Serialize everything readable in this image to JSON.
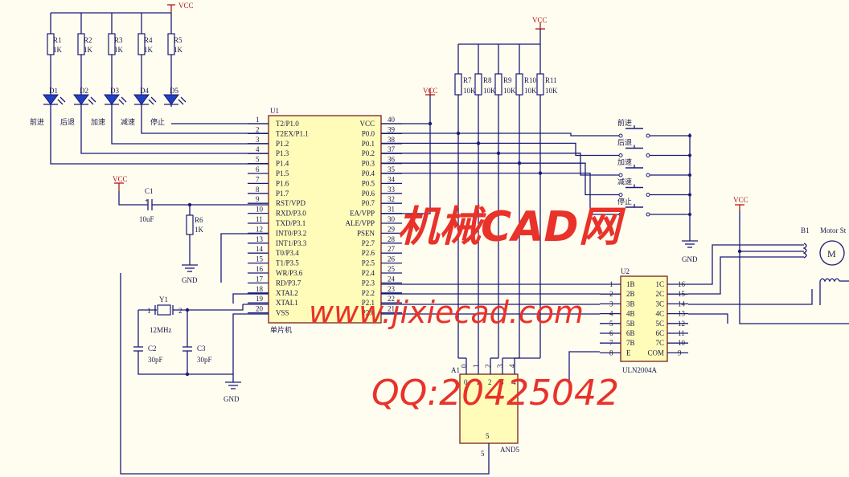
{
  "power": {
    "vcc": "VCC",
    "gnd": "GND"
  },
  "resistors_top": [
    {
      "ref": "R1",
      "value": "1K"
    },
    {
      "ref": "R2",
      "value": "1K"
    },
    {
      "ref": "R3",
      "value": "1K"
    },
    {
      "ref": "R4",
      "value": "1K"
    },
    {
      "ref": "R5",
      "value": "1K"
    }
  ],
  "resistors_pullup": [
    {
      "ref": "R7",
      "value": "10K"
    },
    {
      "ref": "R8",
      "value": "10K"
    },
    {
      "ref": "R9",
      "value": "10K"
    },
    {
      "ref": "R10",
      "value": "10K"
    },
    {
      "ref": "R11",
      "value": "10K"
    }
  ],
  "leds": [
    {
      "ref": "D1",
      "label": "前进"
    },
    {
      "ref": "D2",
      "label": "后退"
    },
    {
      "ref": "D3",
      "label": "加速"
    },
    {
      "ref": "D4",
      "label": "减速"
    },
    {
      "ref": "D5",
      "label": "停止"
    }
  ],
  "switches": [
    "前进",
    "后退",
    "加速",
    "减速",
    "停止"
  ],
  "mcu": {
    "ref": "U1",
    "caption": "单片机",
    "left_pins": [
      {
        "num": "1",
        "name": "T2/P1.0"
      },
      {
        "num": "2",
        "name": "T2EX/P1.1"
      },
      {
        "num": "3",
        "name": "P1.2"
      },
      {
        "num": "4",
        "name": "P1.3"
      },
      {
        "num": "5",
        "name": "P1.4"
      },
      {
        "num": "6",
        "name": "P1.5"
      },
      {
        "num": "7",
        "name": "P1.6"
      },
      {
        "num": "8",
        "name": "P1.7"
      },
      {
        "num": "9",
        "name": "RST/VPD"
      },
      {
        "num": "10",
        "name": "RXD/P3.0"
      },
      {
        "num": "11",
        "name": "TXD/P3.1"
      },
      {
        "num": "12",
        "name": "INT0/P3.2"
      },
      {
        "num": "13",
        "name": "INT1/P3.3"
      },
      {
        "num": "14",
        "name": "T0/P3.4"
      },
      {
        "num": "15",
        "name": "T1/P3.5"
      },
      {
        "num": "16",
        "name": "WR/P3.6"
      },
      {
        "num": "17",
        "name": "RD/P3.7"
      },
      {
        "num": "18",
        "name": "XTAL2"
      },
      {
        "num": "19",
        "name": "XTAL1"
      },
      {
        "num": "20",
        "name": "VSS"
      }
    ],
    "right_pins": [
      {
        "num": "40",
        "name": "VCC"
      },
      {
        "num": "39",
        "name": "P0.0"
      },
      {
        "num": "38",
        "name": "P0.1"
      },
      {
        "num": "37",
        "name": "P0.2"
      },
      {
        "num": "36",
        "name": "P0.3"
      },
      {
        "num": "35",
        "name": "P0.4"
      },
      {
        "num": "34",
        "name": "P0.5"
      },
      {
        "num": "33",
        "name": "P0.6"
      },
      {
        "num": "32",
        "name": "P0.7"
      },
      {
        "num": "31",
        "name": "EA/VPP"
      },
      {
        "num": "30",
        "name": "ALE/VPP"
      },
      {
        "num": "29",
        "name": "PSEN"
      },
      {
        "num": "28",
        "name": "P2.7"
      },
      {
        "num": "27",
        "name": "P2.6"
      },
      {
        "num": "26",
        "name": "P2.5"
      },
      {
        "num": "25",
        "name": "P2.4"
      },
      {
        "num": "24",
        "name": "P2.3"
      },
      {
        "num": "23",
        "name": "P2.2"
      },
      {
        "num": "22",
        "name": "P2.1"
      },
      {
        "num": "21",
        "name": "P2.0"
      }
    ]
  },
  "cap_c1": {
    "ref": "C1",
    "value": "10uF"
  },
  "res_r6": {
    "ref": "R6",
    "value": "1K"
  },
  "crystal": {
    "ref": "Y1",
    "value": "12MHz",
    "pin1": "1",
    "pin2": "2"
  },
  "cap_c2": {
    "ref": "C2",
    "value": "30pF"
  },
  "cap_c3": {
    "ref": "C3",
    "value": "30pF"
  },
  "uln": {
    "ref": "U2",
    "caption": "ULN2004A",
    "left_pins": [
      {
        "num": "1",
        "name": "1B"
      },
      {
        "num": "2",
        "name": "2B"
      },
      {
        "num": "3",
        "name": "3B"
      },
      {
        "num": "4",
        "name": "4B"
      },
      {
        "num": "5",
        "name": "5B"
      },
      {
        "num": "6",
        "name": "6B"
      },
      {
        "num": "7",
        "name": "7B"
      },
      {
        "num": "8",
        "name": "E"
      }
    ],
    "right_pins": [
      {
        "num": "16",
        "name": "1C"
      },
      {
        "num": "15",
        "name": "2C"
      },
      {
        "num": "14",
        "name": "3C"
      },
      {
        "num": "13",
        "name": "4C"
      },
      {
        "num": "12",
        "name": "5C"
      },
      {
        "num": "11",
        "name": "6C"
      },
      {
        "num": "10",
        "name": "7C"
      },
      {
        "num": "9",
        "name": "COM"
      }
    ]
  },
  "and_gate": {
    "ref": "A1",
    "caption": "AND5",
    "inputs": [
      "0",
      "1",
      "2",
      "3",
      "4"
    ],
    "out_pin": "5"
  },
  "motor": {
    "ref": "B1",
    "label": "Motor St",
    "symbol": "M"
  },
  "watermark": {
    "title": "机械CAD网",
    "url": "www.jixiecad.com",
    "qq": "QQ:20425042"
  }
}
